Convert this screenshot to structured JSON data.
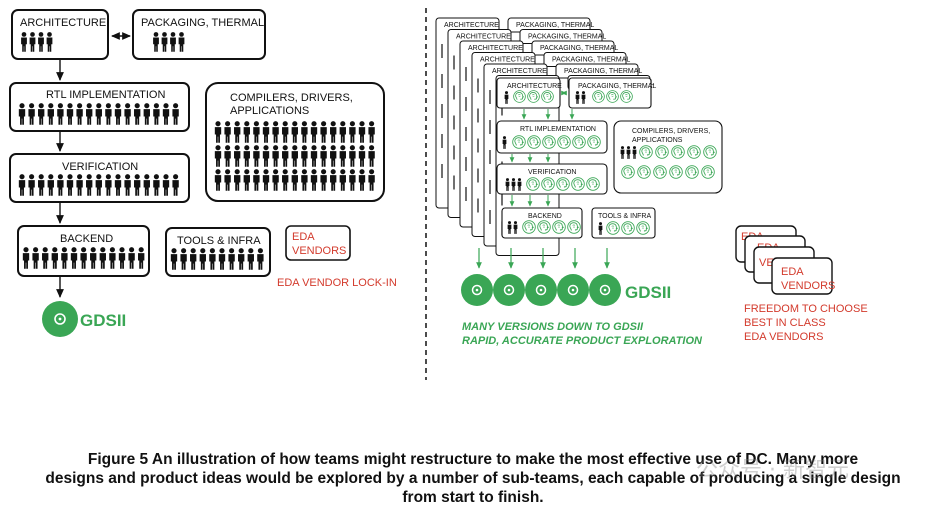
{
  "left": {
    "architecture": "ARCHITECTURE",
    "packaging": "PACKAGING, THERMAL",
    "rtl": "RTL IMPLEMENTATION",
    "verification": "VERIFICATION",
    "compilers_l1": "COMPILERS, DRIVERS,",
    "compilers_l2": "APPLICATIONS",
    "backend": "BACKEND",
    "tools": "TOOLS & INFRA",
    "eda_l1": "EDA",
    "eda_l2": "VENDORS",
    "lockin": "EDA VENDOR LOCK-IN",
    "gdsii": "GDSII"
  },
  "right": {
    "architecture": "ARCHITECTURE",
    "packaging": "PACKAGING, THERMAL",
    "rtl": "RTL IMPLEMENTATION",
    "compilers_l1": "COMPILERS, DRIVERS,",
    "compilers_l2": "APPLICATIONS",
    "verification": "VERIFICATION",
    "backend": "BACKEND",
    "tools": "TOOLS & INFRA",
    "gdsii": "GDSII",
    "versions_l1": "MANY VERSIONS DOWN TO GDSII",
    "versions_l2": "RAPID, ACCURATE PRODUCT EXPLORATION",
    "eda_l1": "EDA",
    "eda_l2": "VENDORS",
    "eda_stack_l1": "EDA",
    "eda_stack_l2": "VEND",
    "freedom_l1": "FREEDOM TO CHOOSE",
    "freedom_l2": "BEST IN CLASS",
    "freedom_l3": "EDA VENDORS"
  },
  "caption": {
    "line1": "Figure 5  An illustration of how teams might restructure to make the most effective use of DC. Many more",
    "line2": "designs and product ideas would be explored by a number of sub-teams, each capable of producing a single design",
    "line3": "from start to finish."
  },
  "watermark": "公众号 · 新智元",
  "colors": {
    "green": "#3aa655",
    "red": "#d33a2c",
    "ink": "#111111"
  }
}
